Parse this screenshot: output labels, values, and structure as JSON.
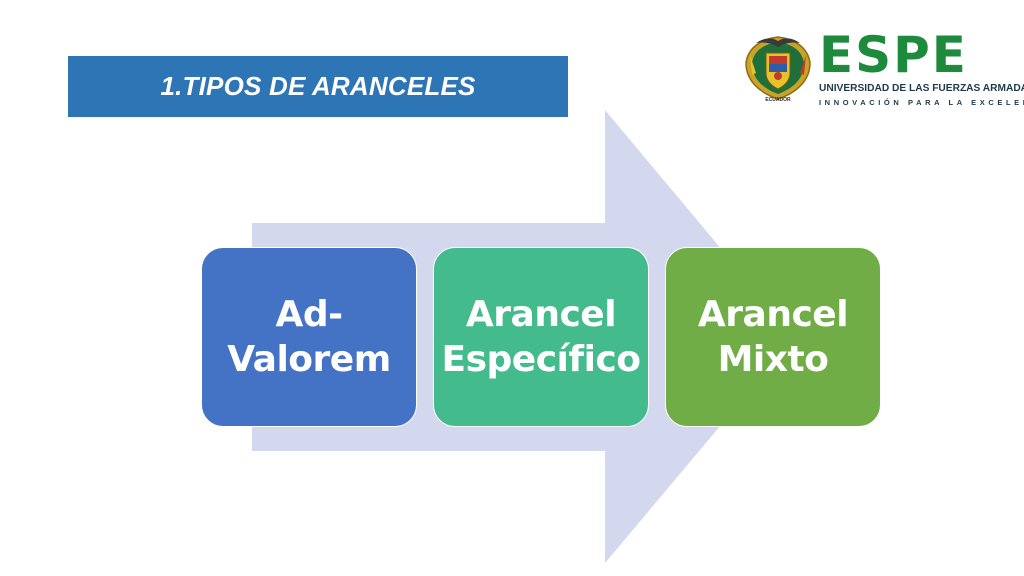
{
  "slide": {
    "title": "1.TIPOS DE ARANCELES"
  },
  "diagram": {
    "items": [
      {
        "label": "Ad-\nValorem",
        "color": "#4472c4"
      },
      {
        "label": "Arancel\nEspecífico",
        "color": "#44bb8c"
      },
      {
        "label": "Arancel\nMixto",
        "color": "#70ad47"
      }
    ],
    "arrow_color": "#d3d8ee"
  },
  "logo": {
    "wordmark": "ESPE",
    "wordmark_color": "#1e8a3c",
    "university": "UNIVERSIDAD DE LAS FUERZAS ARMADAS",
    "motto": "INNOVACIÓN PARA LA EXCELENCIA",
    "crest_caption": "ECUADOR"
  }
}
